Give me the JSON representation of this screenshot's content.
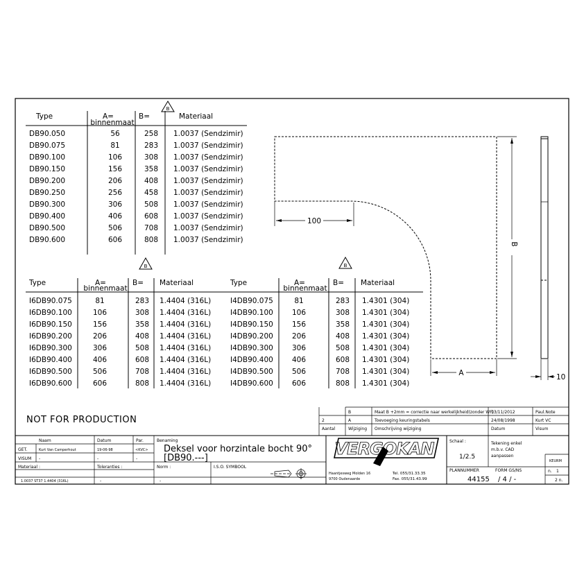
{
  "table1": {
    "headers": {
      "type": "Type",
      "a_line1": "A=",
      "a_line2": "binnenmaat",
      "b": "B=",
      "material": "Materiaal",
      "revision": "B"
    },
    "rows": [
      [
        "DB90.050",
        "56",
        "258",
        "1.0037  (Sendzimir)"
      ],
      [
        "DB90.075",
        "81",
        "283",
        "1.0037  (Sendzimir)"
      ],
      [
        "DB90.100",
        "106",
        "308",
        "1.0037  (Sendzimir)"
      ],
      [
        "DB90.150",
        "156",
        "358",
        "1.0037  (Sendzimir)"
      ],
      [
        "DB90.200",
        "206",
        "408",
        "1.0037  (Sendzimir)"
      ],
      [
        "DB90.250",
        "256",
        "458",
        "1.0037  (Sendzimir)"
      ],
      [
        "DB90.300",
        "306",
        "508",
        "1.0037  (Sendzimir)"
      ],
      [
        "DB90.400",
        "406",
        "608",
        "1.0037  (Sendzimir)"
      ],
      [
        "DB90.500",
        "506",
        "708",
        "1.0037  (Sendzimir)"
      ],
      [
        "DB90.600",
        "606",
        "808",
        "1.0037  (Sendzimir)"
      ]
    ]
  },
  "table2": {
    "headers": {
      "type": "Type",
      "a_line1": "A=",
      "a_line2": "binnenmaat",
      "b": "B=",
      "material": "Materiaal",
      "revision": "B"
    },
    "rows": [
      [
        "I6DB90.075",
        "81",
        "283",
        "1.4404  (316L)"
      ],
      [
        "I6DB90.100",
        "106",
        "308",
        "1.4404  (316L)"
      ],
      [
        "I6DB90.150",
        "156",
        "358",
        "1.4404  (316L)"
      ],
      [
        "I6DB90.200",
        "206",
        "408",
        "1.4404  (316L)"
      ],
      [
        "I6DB90.300",
        "306",
        "508",
        "1.4404  (316L)"
      ],
      [
        "I6DB90.400",
        "406",
        "608",
        "1.4404  (316L)"
      ],
      [
        "I6DB90.500",
        "506",
        "708",
        "1.4404  (316L)"
      ],
      [
        "I6DB90.600",
        "606",
        "808",
        "1.4404  (316L)"
      ]
    ]
  },
  "table3": {
    "headers": {
      "type": "Type",
      "a_line1": "A=",
      "a_line2": "binnenmaat",
      "b": "B=",
      "material": "Materiaal",
      "revision": "B"
    },
    "rows": [
      [
        "I4DB90.075",
        "81",
        "283",
        "1.4301  (304)"
      ],
      [
        "I4DB90.100",
        "106",
        "308",
        "1.4301  (304)"
      ],
      [
        "I4DB90.150",
        "156",
        "358",
        "1.4301  (304)"
      ],
      [
        "I4DB90.200",
        "206",
        "408",
        "1.4301  (304)"
      ],
      [
        "I4DB90.300",
        "306",
        "508",
        "1.4301  (304)"
      ],
      [
        "I4DB90.400",
        "406",
        "608",
        "1.4301  (304)"
      ],
      [
        "I4DB90.500",
        "506",
        "708",
        "1.4301  (304)"
      ],
      [
        "I4DB90.600",
        "606",
        "808",
        "1.4301  (304)"
      ]
    ]
  },
  "drawing": {
    "dim_100": "100",
    "dim_B": "B",
    "dim_A": "A",
    "dim_10": "10"
  },
  "note": "NOT FOR PRODUCTION",
  "revisions": [
    {
      "num": "",
      "letter": "B",
      "text": "Maat B +2mm = correctie naar werkelijkheid(zonder WF)",
      "date": "13/11/2012",
      "name": "Paul.Note"
    },
    {
      "num": "2",
      "letter": "A",
      "text": "Toevoeging keuringstabels",
      "date": "24/08/1998",
      "name": "Kurt VC"
    },
    {
      "num": "Aantal",
      "letter": "Wijziging",
      "text": "Omschrijving wijziging",
      "date": "Datum",
      "name": "Visum"
    }
  ],
  "titleblock": {
    "naam_label": "Naam",
    "datum_label": "Datum",
    "par_label": "Par.",
    "benaming_label": "Benaming",
    "get_label": "GET.",
    "get_name": "Kurt Van Camperhout",
    "get_date": "19-06-98",
    "get_par": "<KVC>",
    "visum_label": "VISUM",
    "visum_name": "-",
    "visum_date": "-",
    "visum_par": "-",
    "title_line1": "Deksel voor horzintale bocht 90°",
    "title_line2": "[DB90.---]",
    "materiaal_label": "Materiaal :",
    "materiaal_value": "1.0037 ST37 1.4404 (316L)",
    "toleranties_label": "Toleranties :",
    "toleranties_value": "-",
    "norm_label": "Norm :",
    "norm_value": "-",
    "iso_label": "I.S.O. SYMBOOL",
    "logo": "VERGOKAN",
    "address1": "Haantjesweg Molden 16",
    "address2": "9700 Oudenaarde",
    "tel": "Tel.  055/31.33.35",
    "fax": "Fax.  055/31.43.99",
    "schaal_label": "Schaal :",
    "schaal_value": "1/2.5",
    "note_line1": "Tekening enkel",
    "note_line2": "m.b.v. CAD",
    "note_line3": "aanpassen",
    "keurm_label": "KEURM",
    "plannummer_label": "PLANNUMMER",
    "plannummer_value": "44155",
    "form_label": "FORM  GS/NS",
    "form_value": "/ 4 /   -",
    "sheet_label": "n.",
    "sheet_value": "1",
    "sheet_total": "2 n."
  },
  "icons": {
    "revision_triangle": "triangle-revision-icon",
    "bushing": "bushing-symbol-icon",
    "projection": "projection-symbol-icon",
    "logo_figure": "vergokan-logo-icon"
  }
}
